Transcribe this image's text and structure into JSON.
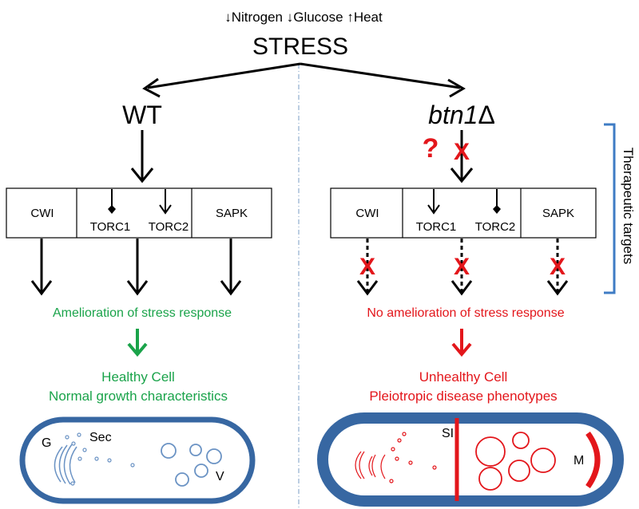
{
  "header": {
    "conditions": "↓Nitrogen ↓Glucose ↑Heat",
    "stress": "STRESS"
  },
  "left": {
    "title": "WT",
    "pathways": {
      "cwi": "CWI",
      "torc1": "TORC1",
      "torc2": "TORC2",
      "sapk": "SAPK"
    },
    "response": "Amelioration of stress response",
    "cell_line1": "Healthy Cell",
    "cell_line2": "Normal growth characteristics",
    "cell_labels": {
      "g": "G",
      "sec": "Sec",
      "v": "V"
    }
  },
  "right": {
    "title_main": "btn1",
    "title_symbol": "Δ",
    "question": "?",
    "blocked_mark": "X",
    "pathways": {
      "cwi": "CWI",
      "torc1": "TORC1",
      "torc2": "TORC2",
      "sapk": "SAPK"
    },
    "response": "No amelioration of stress response",
    "cell_line1": "Unhealthy Cell",
    "cell_line2": "Pleiotropic disease phenotypes",
    "cell_labels": {
      "si": "SI",
      "m": "M"
    }
  },
  "side_label": "Therapeutic targets",
  "colors": {
    "green": "#1aa34a",
    "red": "#e3161b",
    "cell_blue": "#3767a2",
    "organelle_blue": "#6b93c4",
    "bracket_blue": "#3f7cc4",
    "divider": "#7a9cc4"
  }
}
